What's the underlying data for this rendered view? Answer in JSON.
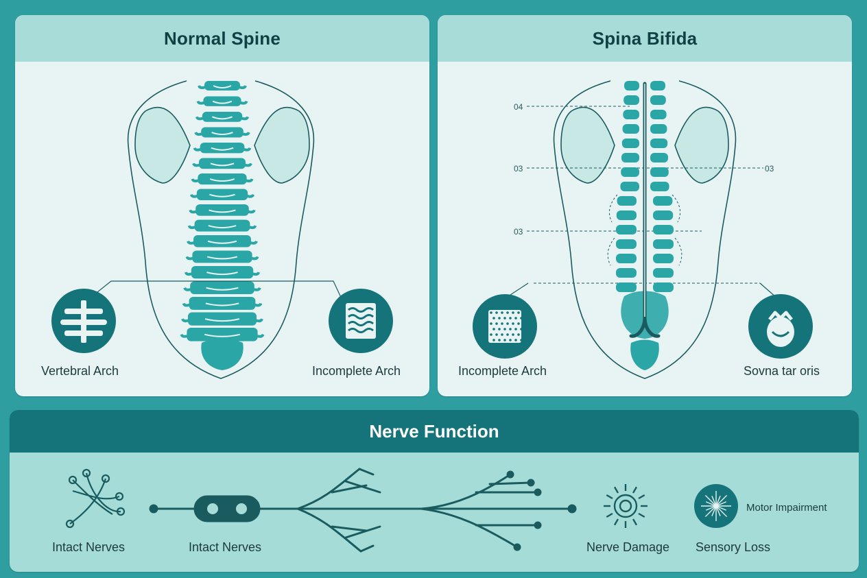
{
  "panels": [
    {
      "title": "Normal Spine",
      "labels": {
        "left": "Vertebral Arch",
        "right": "Incomplete Arch"
      }
    },
    {
      "title": "Spina Bifida",
      "labels": {
        "left": "Incomplete Arch",
        "right": "Sovna tar oris"
      },
      "level_marks": [
        "04",
        "03",
        "03",
        "03"
      ]
    }
  ],
  "nerve": {
    "title": "Nerve Function",
    "items": [
      {
        "label": "Intact Nerves",
        "icon": "nerve-network-icon"
      },
      {
        "label": "Intact Nerves",
        "icon": "nerve-branch-icon"
      },
      {
        "label": "Nerve Damage",
        "icon": "sun-burst-icon"
      },
      {
        "label": "Sensory Loss",
        "icon": "starburst-icon"
      },
      {
        "label": "Motor Impairment",
        "icon": ""
      }
    ]
  },
  "colors": {
    "background": "#2f9ea1",
    "panel": "#e7f4f3",
    "header": "#a7dcd8",
    "teal_dark": "#15737a",
    "vertebra": "#2ba6a6",
    "outline": "#1a5b60"
  }
}
